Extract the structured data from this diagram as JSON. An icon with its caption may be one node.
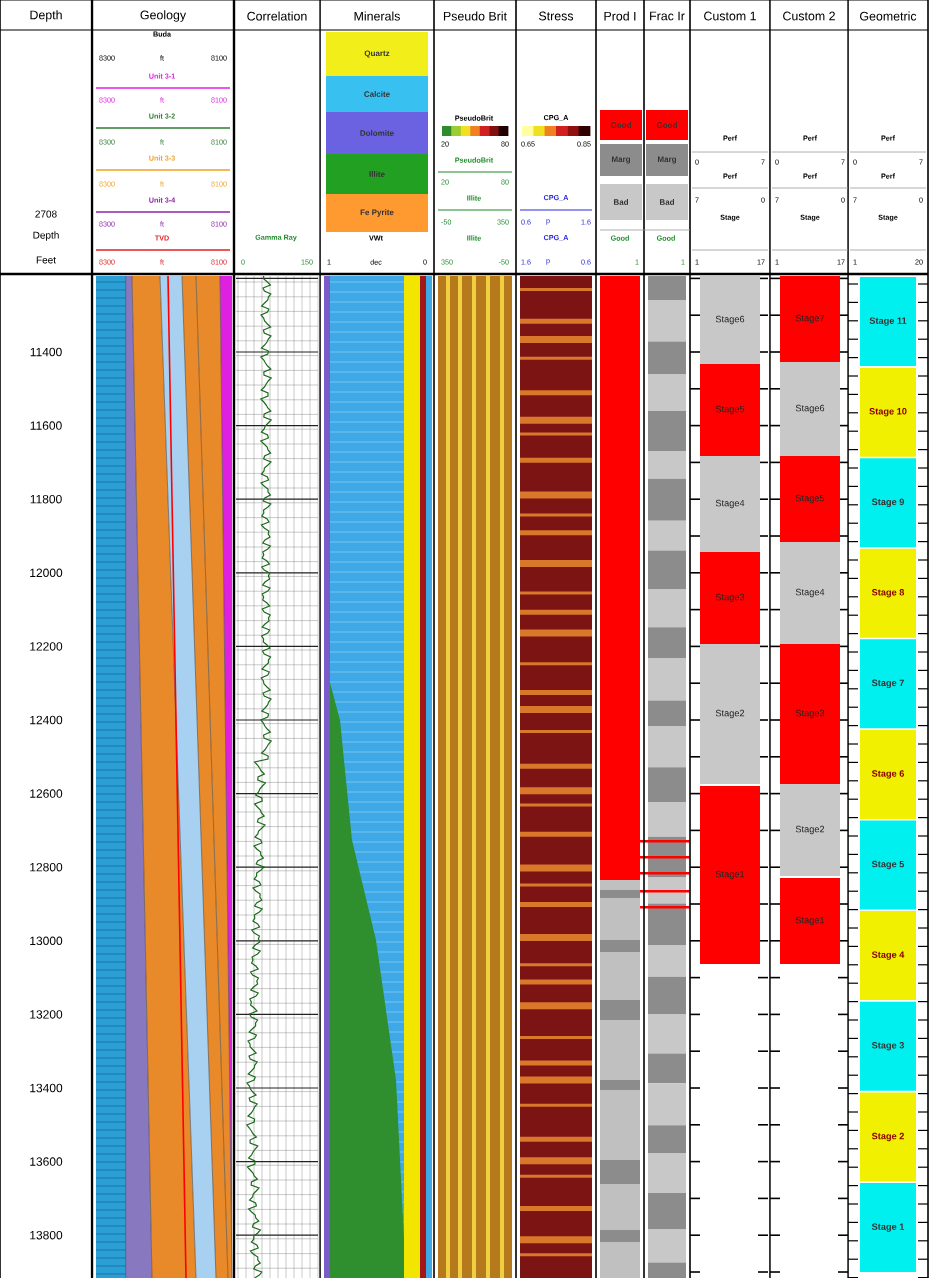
{
  "diagram": {
    "nodes": [
      {
        "text": [
          "Quartz"
        ]
      },
      {
        "text": [
          "Calcite"
        ]
      },
      {
        "text": [
          "Dolomite"
        ]
      },
      {
        "text": [
          "Illite"
        ]
      },
      {
        "text": [
          "Fe Pyrite"
        ]
      },
      {
        "text": [
          "Good"
        ]
      },
      {
        "text": [
          "Marg"
        ]
      },
      {
        "text": [
          "Bad"
        ]
      },
      {
        "text": [
          "Good"
        ]
      },
      {
        "text": [
          "Marg"
        ]
      },
      {
        "text": [
          "Bad"
        ]
      },
      {
        "text": [
          "Stage6"
        ]
      },
      {
        "text": [
          "Stage5"
        ]
      },
      {
        "text": [
          "Stage4"
        ]
      },
      {
        "text": [
          "Stage3"
        ]
      },
      {
        "text": [
          "Stage2"
        ]
      },
      {
        "text": [
          "Stage1"
        ]
      },
      {
        "text": [
          "Stage7"
        ]
      },
      {
        "text": [
          "Stage6"
        ]
      },
      {
        "text": [
          "Stage5"
        ]
      },
      {
        "text": [
          "Stage4"
        ]
      },
      {
        "text": [
          "Stage3"
        ]
      },
      {
        "text": [
          "Stage2"
        ]
      },
      {
        "text": [
          "Stage1"
        ]
      },
      {
        "text": [
          "Stage 11"
        ]
      },
      {
        "text": [
          "Stage 10"
        ]
      },
      {
        "text": [
          "Stage 9"
        ]
      },
      {
        "text": [
          "Stage 8"
        ]
      },
      {
        "text": [
          "Stage 7"
        ]
      },
      {
        "text": [
          "Stage 6"
        ]
      },
      {
        "text": [
          "Stage 5"
        ]
      },
      {
        "text": [
          "Stage 4"
        ]
      },
      {
        "text": [
          "Stage 3"
        ]
      },
      {
        "text": [
          "Stage 2"
        ]
      },
      {
        "text": [
          "Stage 1"
        ]
      }
    ],
    "labels": [
      "Depth",
      "Geology",
      "Correlation",
      "Minerals",
      "Pseudo Brit",
      "Stress",
      "Prod I",
      "Frac Ir",
      "Custom 1",
      "Custom 2",
      "Geometric",
      "2708",
      "Depth",
      "Feet",
      "Buda",
      "8300",
      "ft",
      "8100",
      "Unit 3-1",
      "8300",
      "ft",
      "8100",
      "Unit 3-2",
      "8300",
      "ft",
      "8100",
      "Unit 3-3",
      "8300",
      "ft",
      "8100",
      "Unit 3-4",
      "8300",
      "ft",
      "8100",
      "TVD",
      "8300",
      "ft",
      "8100",
      "Gamma Ray",
      "0",
      "150",
      "VWt",
      "1",
      "dec",
      "0",
      "PseudoBrit",
      "20",
      "80",
      "PseudoBrit",
      "20",
      "80",
      "Illite",
      "-50",
      "350",
      "Illite",
      "350",
      "-50",
      "CPG_A",
      "0.65",
      "0.85",
      "CPG_A",
      "0.6",
      "p",
      "1.6",
      "CPG_A",
      "1.6",
      "p",
      "0.6",
      "Good",
      "1",
      "Good",
      "1",
      "Perf",
      "0",
      "7",
      "Perf",
      "7",
      "0",
      "Stage",
      "1",
      "17",
      "Perf",
      "0",
      "7",
      "Perf",
      "7",
      "0",
      "Stage",
      "1",
      "17",
      "Perf",
      "0",
      "7",
      "Perf",
      "7",
      "0",
      "Stage",
      "1",
      "20",
      "11400",
      "11600",
      "11800",
      "12000",
      "12200",
      "12400",
      "12600",
      "12800",
      "13000",
      "13200",
      "13400",
      "13600",
      "13800"
    ]
  }
}
